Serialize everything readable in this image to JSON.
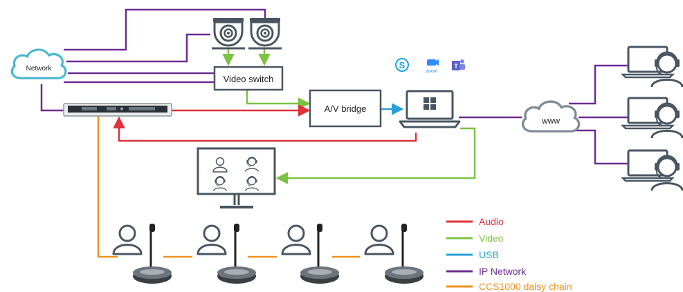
{
  "nodes": {
    "network": "Network",
    "video_switch": "Video switch",
    "av_bridge": "A/V bridge",
    "www": "www",
    "zoom_text": "zoom"
  },
  "legend": [
    {
      "label": "Audio",
      "color": "#e0313b"
    },
    {
      "label": "Video",
      "color": "#7cc242"
    },
    {
      "label": "USB",
      "color": "#2a9fd8"
    },
    {
      "label": "IP Network",
      "color": "#6a2c91"
    },
    {
      "label": "CCS1000 daisy chain",
      "color": "#f0921e"
    }
  ],
  "colors": {
    "audio": "#e0313b",
    "video": "#7cc242",
    "usb": "#2a9fd8",
    "ip_network": "#6a2c91",
    "daisy_chain": "#f0921e",
    "network_cloud": "#4ab7d0",
    "www_cloud": "#7f8c96",
    "device_gray": "#4a5560",
    "skype": "#1da1e4",
    "zoom": "#2d8cff",
    "teams": "#5b5fc7"
  },
  "icons": [
    "dome-camera-icon",
    "laptop-windows-icon",
    "headset-user-icon",
    "person-icon",
    "microphone-icon",
    "skype-icon",
    "zoom-icon",
    "teams-icon"
  ]
}
